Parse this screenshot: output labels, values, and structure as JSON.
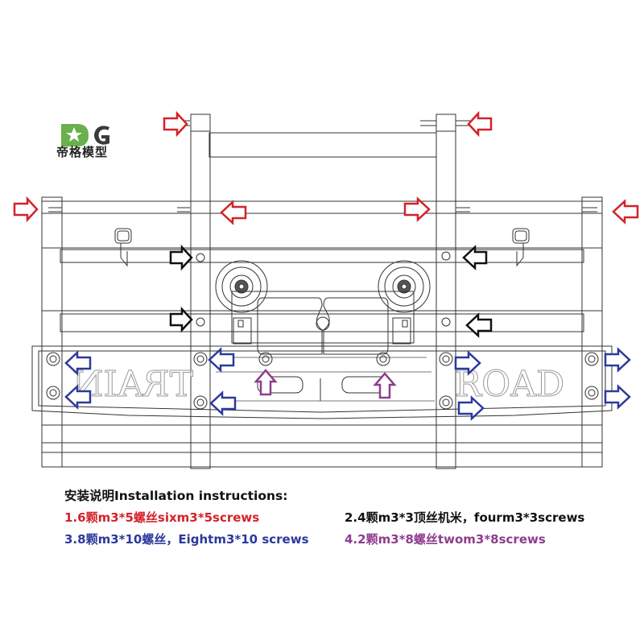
{
  "logo": {
    "text": "帝格模型",
    "colors": {
      "green": "#6ab04c",
      "dark": "#3a3a3a"
    }
  },
  "diagram": {
    "plate_text_left": "TRAIN",
    "plate_text_right": "ROAD",
    "arrow_colors": {
      "red": "#d2232a",
      "black": "#111111",
      "blue": "#2b3a9c",
      "purple": "#8e3d8e"
    }
  },
  "instructions": {
    "title": "安装说明Installation instructions:",
    "items": [
      {
        "text": "1.6颗m3*5螺丝sixm3*5screws",
        "color": "#d2232a"
      },
      {
        "text": "2.4颗m3*3顶丝机米，fourm3*3screws",
        "color": "#111111"
      },
      {
        "text": "3.8颗m3*10螺丝，Eightm3*10 screws",
        "color": "#2b3a9c"
      },
      {
        "text": "4.2颗m3*8螺丝twom3*8screws",
        "color": "#8e3d8e"
      }
    ]
  }
}
